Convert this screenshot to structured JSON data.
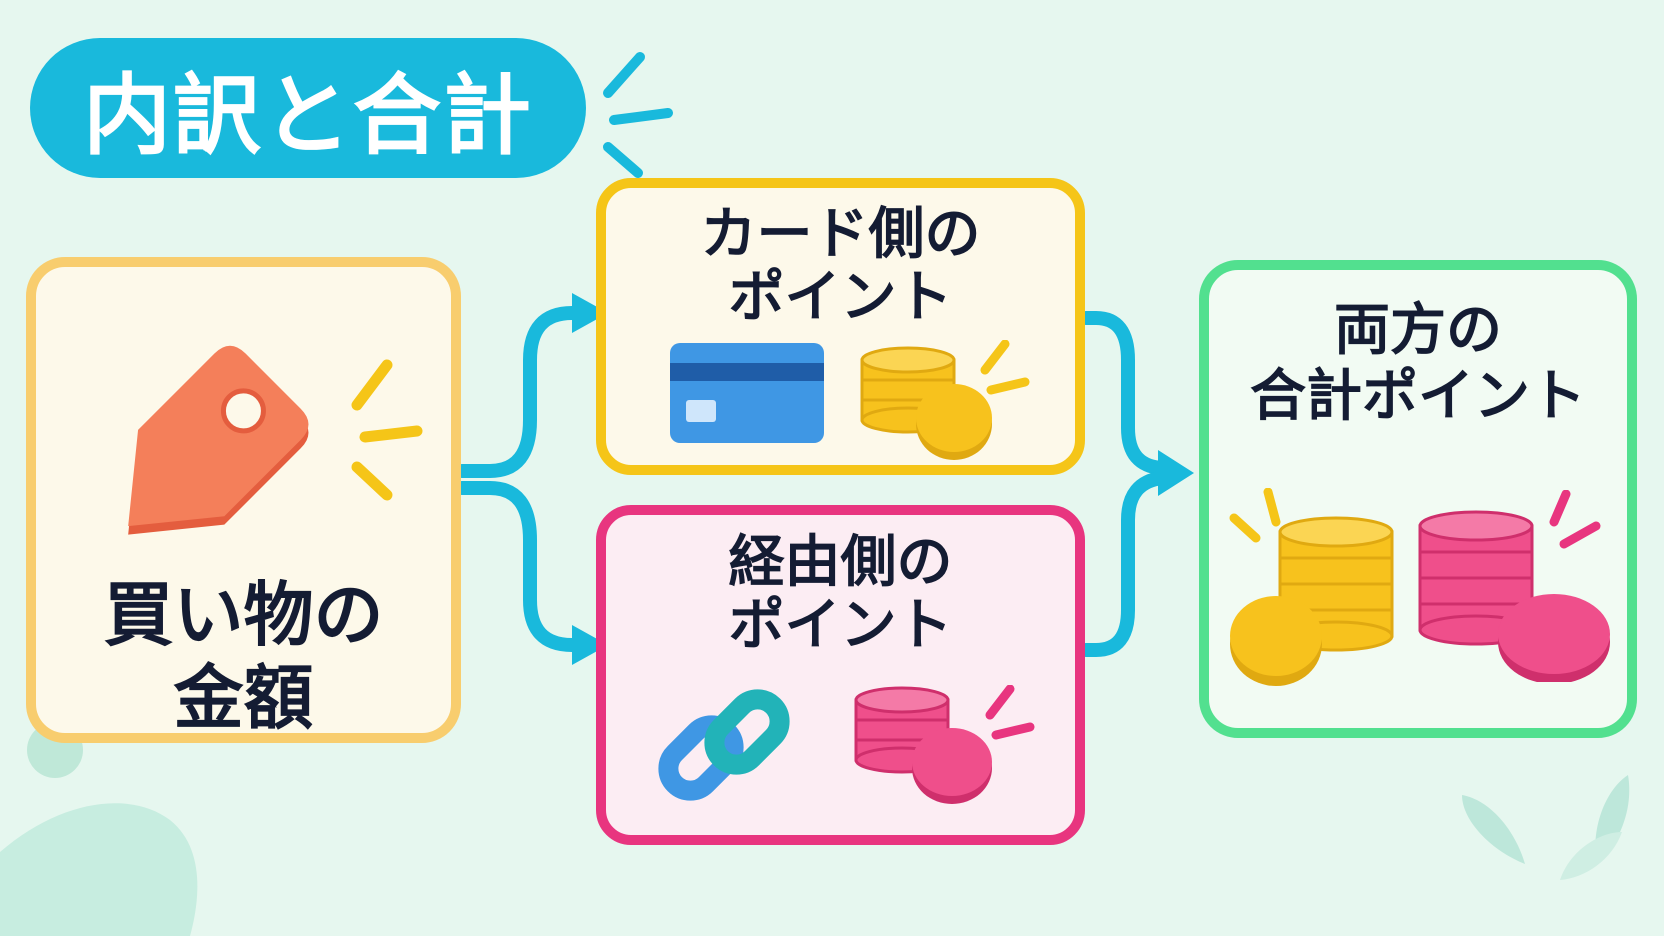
{
  "title": "内訳と合計",
  "colors": {
    "background": "#e6f7ef",
    "accent": "#19b9dc",
    "start_border": "#f8cd6e",
    "card_border": "#f5c518",
    "route_border": "#e8357f",
    "total_border": "#52e08f",
    "tag": "#f47f5a",
    "gold_coin": "#f7c21d",
    "pink_coin": "#ef4f8b",
    "card_blue": "#3f97e4"
  },
  "nodes": {
    "purchase": {
      "line1": "買い物の",
      "line2": "金額",
      "icons": [
        "price-tag-icon",
        "sparkle-icon"
      ]
    },
    "card_points": {
      "line1": "カード側の",
      "line2": "ポイント",
      "icons": [
        "credit-card-icon",
        "gold-coin-stack-icon",
        "sparkle-icon"
      ]
    },
    "route_points": {
      "line1": "経由側の",
      "line2": "ポイント",
      "icons": [
        "chain-link-icon",
        "pink-coin-stack-icon",
        "sparkle-icon"
      ]
    },
    "total_points": {
      "line1": "両方の",
      "line2": "合計ポイント",
      "icons": [
        "gold-coin-stack-icon",
        "pink-coin-stack-icon",
        "sparkle-icon"
      ]
    }
  },
  "edges": [
    {
      "from": "purchase",
      "to": "card_points"
    },
    {
      "from": "purchase",
      "to": "route_points"
    },
    {
      "from": "card_points",
      "to": "total_points"
    },
    {
      "from": "route_points",
      "to": "total_points"
    }
  ]
}
